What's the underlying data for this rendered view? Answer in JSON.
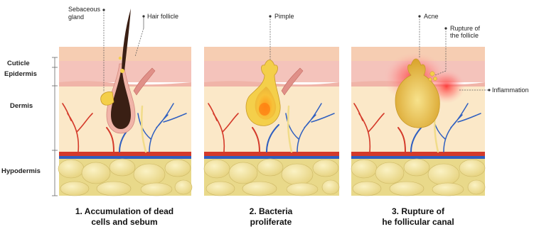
{
  "layers": {
    "cuticle": "Cuticle",
    "epidermis": "Epidermis",
    "dermis": "Dermis",
    "hypodermis": "Hypodermis"
  },
  "panel1": {
    "sebaceous_gland_1": "Sebaceous",
    "sebaceous_gland_2": "gland",
    "hair_follicle": "Hair follicle",
    "caption_line1": "1. Accumulation of dead",
    "caption_line2": "cells and sebum"
  },
  "panel2": {
    "pimple": "Pimple",
    "caption_line1": "2. Bacteria",
    "caption_line2": "proliferate"
  },
  "panel3": {
    "acne": "Acne",
    "rupture_1": "Rupture of",
    "rupture_2": "the follicle",
    "inflammation": "Inflammation",
    "caption_line1": "3. Rupture of",
    "caption_line2": "he follicular canal"
  },
  "colors": {
    "cuticle": "#f6cdb2",
    "epidermis": "#f4c3bb",
    "dermis": "#fbe8c8",
    "hypodermis": "#e9d98a",
    "fat_cell": "#f5e7a6",
    "artery": "#d43a2a",
    "vein": "#2f5fc0",
    "hair": "#3a1f14",
    "sebum": "#f4cf4a"
  }
}
